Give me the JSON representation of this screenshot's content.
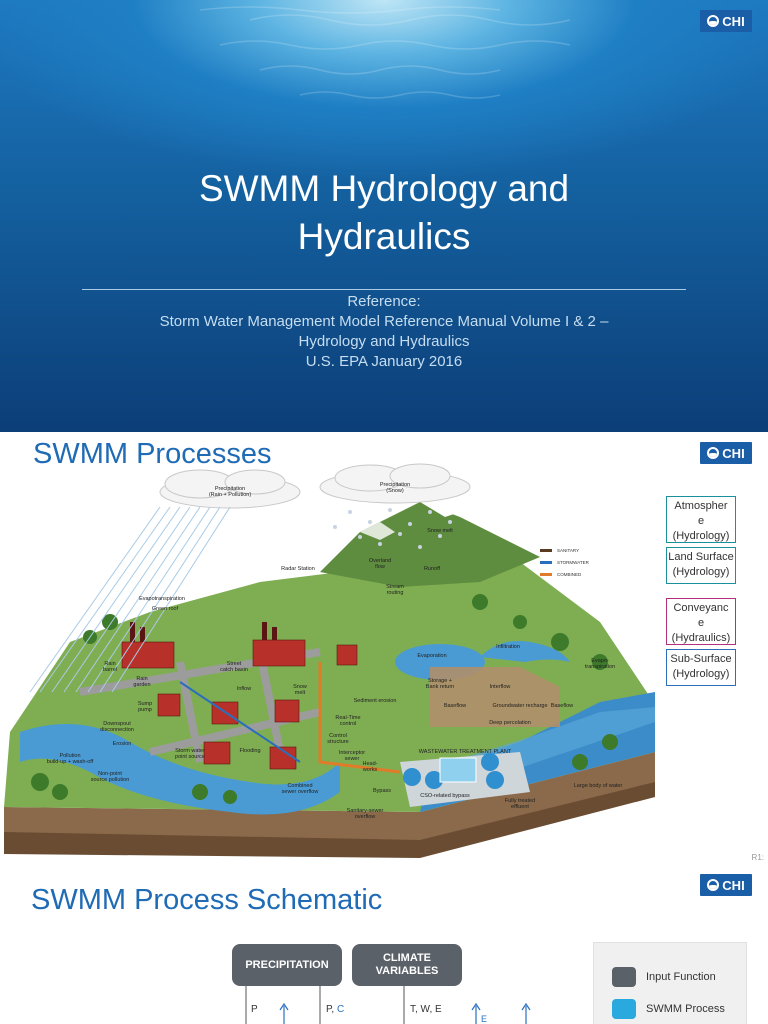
{
  "slide1": {
    "logo": "CHI",
    "title_line1": "SWMM Hydrology and",
    "title_line2": "Hydraulics",
    "reference": {
      "line1": "Reference:",
      "line2": "Storm Water Management Model Reference Manual Volume I & 2 –",
      "line3": "Hydrology and Hydraulics",
      "line4": "U.S. EPA January 2016"
    }
  },
  "slide2": {
    "logo": "CHI",
    "heading": "SWMM Processes",
    "slide_number": "R1:",
    "diagram": {
      "cloud_rain": "Precipitation\n(Rain + Pollution)",
      "cloud_snow": "Precipitation\n(Snow)",
      "key": [
        "SANITARY",
        "STORMWATER",
        "COMBINED"
      ],
      "key_colors": [
        "#5a3b20",
        "#2a6ebd",
        "#e07b2a"
      ],
      "labels": {
        "snow_melt": "Snow melt",
        "overland_flow": "Overland\nflow",
        "radar_station": "Radar Station",
        "runoff": "Runoff",
        "stream_routing": "Stream\nrouting",
        "evapotranspiration": "Evapotranspiration",
        "green_roof": "Green roof",
        "rain_barrel": "Rain\nbarrel",
        "rain_garden": "Rain\ngarden",
        "street_catch_basin": "Street\ncatch basin",
        "inflow": "Inflow",
        "snow_melt2": "Snow\nmelt",
        "sump_pump": "Sump\npump",
        "downspout": "Downspout\ndisconnection",
        "erosion": "Erosion",
        "pollution": "Pollution\nbuild-up + wash-off",
        "nonpoint": "Non-point\nsource pollution",
        "storm_outfall": "Storm water\npoint source",
        "flooding": "Flooding",
        "combined_overflow": "Combined\nsewer overflow",
        "sanitary_overflow": "Sanitary-sewer\noverflow",
        "rtc": "Real-Time\ncontrol",
        "sediment": "Sediment erosion",
        "control_structure": "Control\nstructure",
        "interceptor": "Interceptor\nsewer",
        "headworks": "Head-\nworks",
        "bypass": "Bypass",
        "cso_bypass": "CSO-related bypass",
        "wwtp": "WASTEWATER TREATMENT PLANT",
        "treated": "Fully treated\neffluent",
        "evaporation": "Evaporation",
        "infiltration": "Infiltration",
        "interflow": "Interflow",
        "storage": "Storage +\nBank return",
        "baseflow": "Baseflow",
        "gw_recharge": "Groundwater recharge",
        "deep_perc": "Deep percolation",
        "baseflow2": "Baseflow",
        "evapo2": "Evapo-\ntranspiration",
        "large_body": "Large body of water"
      }
    },
    "legend": [
      {
        "label": "Atmospher\ne\n(Hydrology)",
        "lines": [
          "Atmospher",
          "e",
          "(Hydrology)"
        ]
      },
      {
        "label": "Land Surface\n(Hydrology)",
        "lines": [
          "Land Surface",
          "(Hydrology)"
        ]
      },
      {
        "label": "Conveyanc\ne\n(Hydraulics)",
        "lines": [
          "Conveyanc",
          "e",
          "(Hydraulics)"
        ]
      },
      {
        "label": "Sub-Surface\n(Hydrology)",
        "lines": [
          "Sub-Surface",
          "(Hydrology)"
        ]
      }
    ]
  },
  "slide3": {
    "logo": "CHI",
    "heading": "SWMM Process Schematic",
    "boxes": {
      "precipitation": "PRECIPITATION",
      "climate_line1": "CLIMATE",
      "climate_line2": "VARIABLES"
    },
    "flow_labels": {
      "p": "P",
      "pc_p": "P, ",
      "pc_c": "C",
      "twe": "T, W, E",
      "e": "E"
    },
    "legend": [
      {
        "label": "Input Function",
        "color": "#5b6168"
      },
      {
        "label": "SWMM Process",
        "color": "#2aa9de"
      }
    ]
  }
}
